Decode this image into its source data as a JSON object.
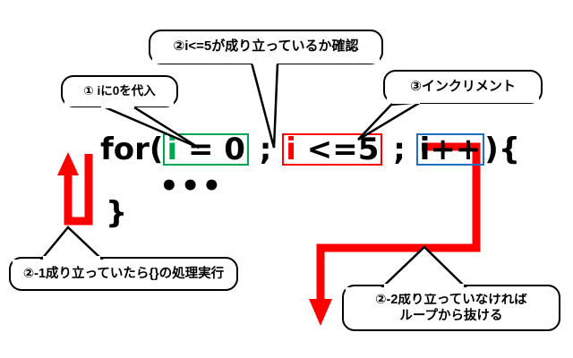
{
  "diagram": {
    "title": "for-loop execution flow annotated diagram",
    "background_color": "#ffffff"
  },
  "code": {
    "keyword": "for(",
    "init": {
      "variable": "i",
      "rest": " = 0",
      "box_color": "#00a651",
      "text_color": "#00a651"
    },
    "separator_1": " ; ",
    "condition": {
      "variable": "i",
      "rest": " <=5",
      "box_color": "#ff0000",
      "text_color": "#ff0000"
    },
    "separator_2": " ; ",
    "increment": {
      "variable": "i",
      "rest": "++",
      "box_color": "#1f6fc4",
      "text_color": "#000000"
    },
    "close_paren": ")",
    "open_brace": "{",
    "body_ellipsis": "•••",
    "close_brace": "}"
  },
  "callouts": [
    {
      "id": "callout-1",
      "label": "① iに0を代入"
    },
    {
      "id": "callout-2",
      "label": "②i<=5が成り立っているか確認"
    },
    {
      "id": "callout-3",
      "label": "③インクリメント"
    },
    {
      "id": "callout-4",
      "label": "②-1成り立っていたら{}の処理実行"
    },
    {
      "id": "callout-5",
      "line1": "②-2成り立っていなければ",
      "line2": "ループから抜ける"
    }
  ],
  "arrows": {
    "loop_back_arrow": {
      "color": "#ff0000",
      "description": "U-shaped arrow looping back to start of loop body"
    },
    "exit_arrow": {
      "color": "#ff0000",
      "description": "Z-shaped arrow exiting the loop downward"
    }
  },
  "colors": {
    "green": "#00a651",
    "red": "#ff0000",
    "blue": "#1f6fc4",
    "black": "#000000",
    "white": "#ffffff"
  }
}
